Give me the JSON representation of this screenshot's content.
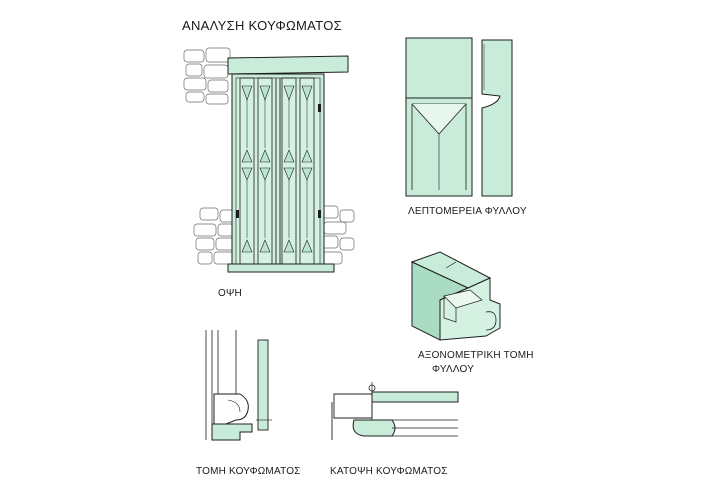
{
  "title": "ΑΝΑΛΥΣΗ ΚΟΥΦΩΜΑΤΟΣ",
  "labels": {
    "elevation": "ΟΨΗ",
    "leaf_detail": "ΛΕΠΤΟΜΕΡΕΙΑ ΦΥΛΛΟΥ",
    "axonometric_line1": "ΑΞΟΝΟΜΕΤΡΙΚΗ ΤΟΜΗ",
    "axonometric_line2": "ΦΥΛΛΟΥ",
    "section": "ΤΟΜΗ ΚΟΥΦΩΜΑΤΟΣ",
    "plan": "ΚΑΤΟΨΗ ΚΟΥΦΩΜΑΤΟΣ"
  },
  "colors": {
    "frame_fill": "#c8ecd9",
    "frame_fill_dark": "#a9dcc2",
    "stone_stroke": "#6b6b6b",
    "ink": "#1e1e1e"
  }
}
